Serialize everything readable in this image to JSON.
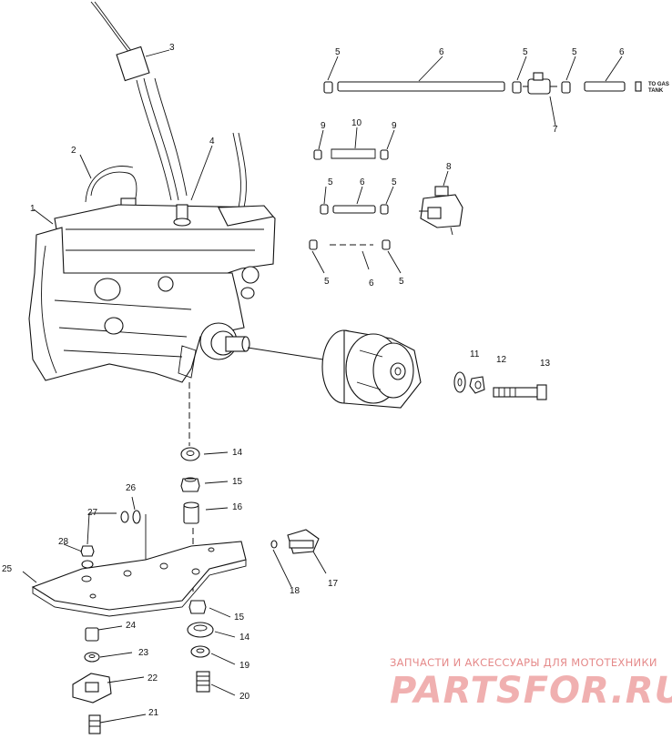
{
  "callouts": {
    "c1": "1",
    "c2": "2",
    "c3": "3",
    "c4": "4",
    "c5a": "5",
    "c5b": "5",
    "c5c": "5",
    "c5d": "5",
    "c5e": "5",
    "c5f": "5",
    "c5g": "5",
    "c6a": "6",
    "c6b": "6",
    "c6c": "6",
    "c6d": "6",
    "c7": "7",
    "c8": "8",
    "c9a": "9",
    "c9b": "9",
    "c10": "10",
    "c11": "11",
    "c12": "12",
    "c13": "13",
    "c14a": "14",
    "c14b": "14",
    "c15a": "15",
    "c15b": "15",
    "c16": "16",
    "c17": "17",
    "c18": "18",
    "c19": "19",
    "c20": "20",
    "c21": "21",
    "c22": "22",
    "c23": "23",
    "c24": "24",
    "c25": "25",
    "c26": "26",
    "c27": "27",
    "c28": "28"
  },
  "gas_tank_label": {
    "line1": "TO GAS",
    "line2": "TANK"
  },
  "watermark": {
    "tagline": "ЗАПЧАСТИ И АКСЕССУАРЫ ДЛЯ МОТОТЕХНИКИ",
    "logo": "PARTSFOR.RU"
  }
}
